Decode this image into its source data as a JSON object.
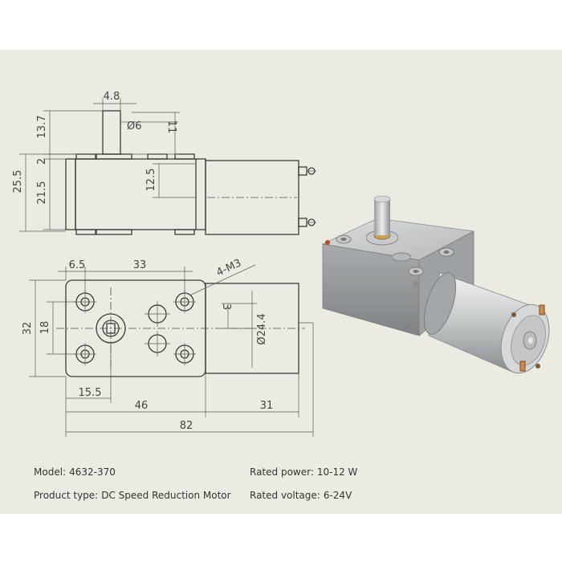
{
  "dimensions": {
    "top_view": {
      "shaft_width": "4.8",
      "shaft_diameter": "Ø6",
      "shaft_height": "13.7",
      "shaft_length": "11",
      "overall_height": "25.5",
      "step": "2",
      "gearbox_height": "21.5",
      "center_offset": "12.5"
    },
    "front_view": {
      "hole_offset": "6.5",
      "hole_spacing": "33",
      "screw_holes": "4-M3",
      "height": "32",
      "hole_height_spacing": "18",
      "shaft_offset": "15.5",
      "gearbox_length": "46",
      "motor_length": "31",
      "total_length": "82",
      "motor_offset": "3",
      "motor_diameter": "Ø24.4"
    }
  },
  "specs": {
    "model_label": "Model:",
    "model_value": "4632-370",
    "type_label": "Product type:",
    "type_value": "DC Speed Reduction Motor",
    "power_label": "Rated power:",
    "power_value": "10-12 W",
    "voltage_label": "Rated voltage:",
    "voltage_value": "6-24V"
  },
  "colors": {
    "panel_bg": "#ecebe1",
    "line": "#3a3a3a",
    "metal": "#c8cacb"
  }
}
